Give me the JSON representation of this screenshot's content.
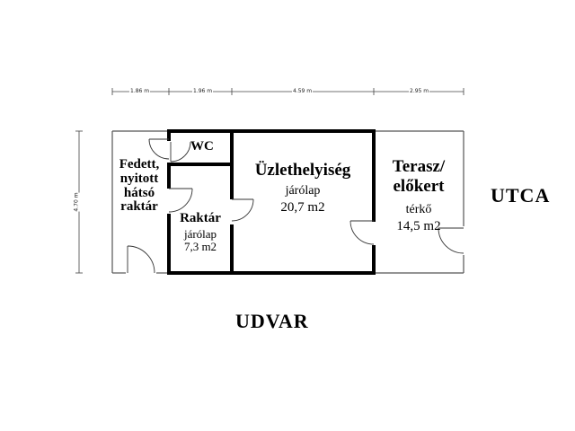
{
  "dimensions": {
    "top": [
      "1.86 m",
      "1.96 m",
      "4.59 m",
      "2.95 m"
    ],
    "left": "4.70 m"
  },
  "rooms": {
    "back_storage": {
      "title_lines": [
        "Fedett,",
        "nyitott",
        "hátsó",
        "raktár"
      ]
    },
    "wc": {
      "title": "WC"
    },
    "storage": {
      "title": "Raktár",
      "floor": "járólap",
      "area": "7,3 m2"
    },
    "shop": {
      "title": "Üzlethelyiség",
      "floor": "járólap",
      "area": "20,7 m2"
    },
    "terrace": {
      "title_lines": [
        "Terasz/",
        "előkert"
      ],
      "floor": "térkő",
      "area": "14,5 m2"
    }
  },
  "surroundings": {
    "street": "UTCA",
    "yard": "UDVAR"
  },
  "colors": {
    "wall": "#000000",
    "thin_wall": "#555555",
    "door": "#333333",
    "dimension": "#444444"
  }
}
